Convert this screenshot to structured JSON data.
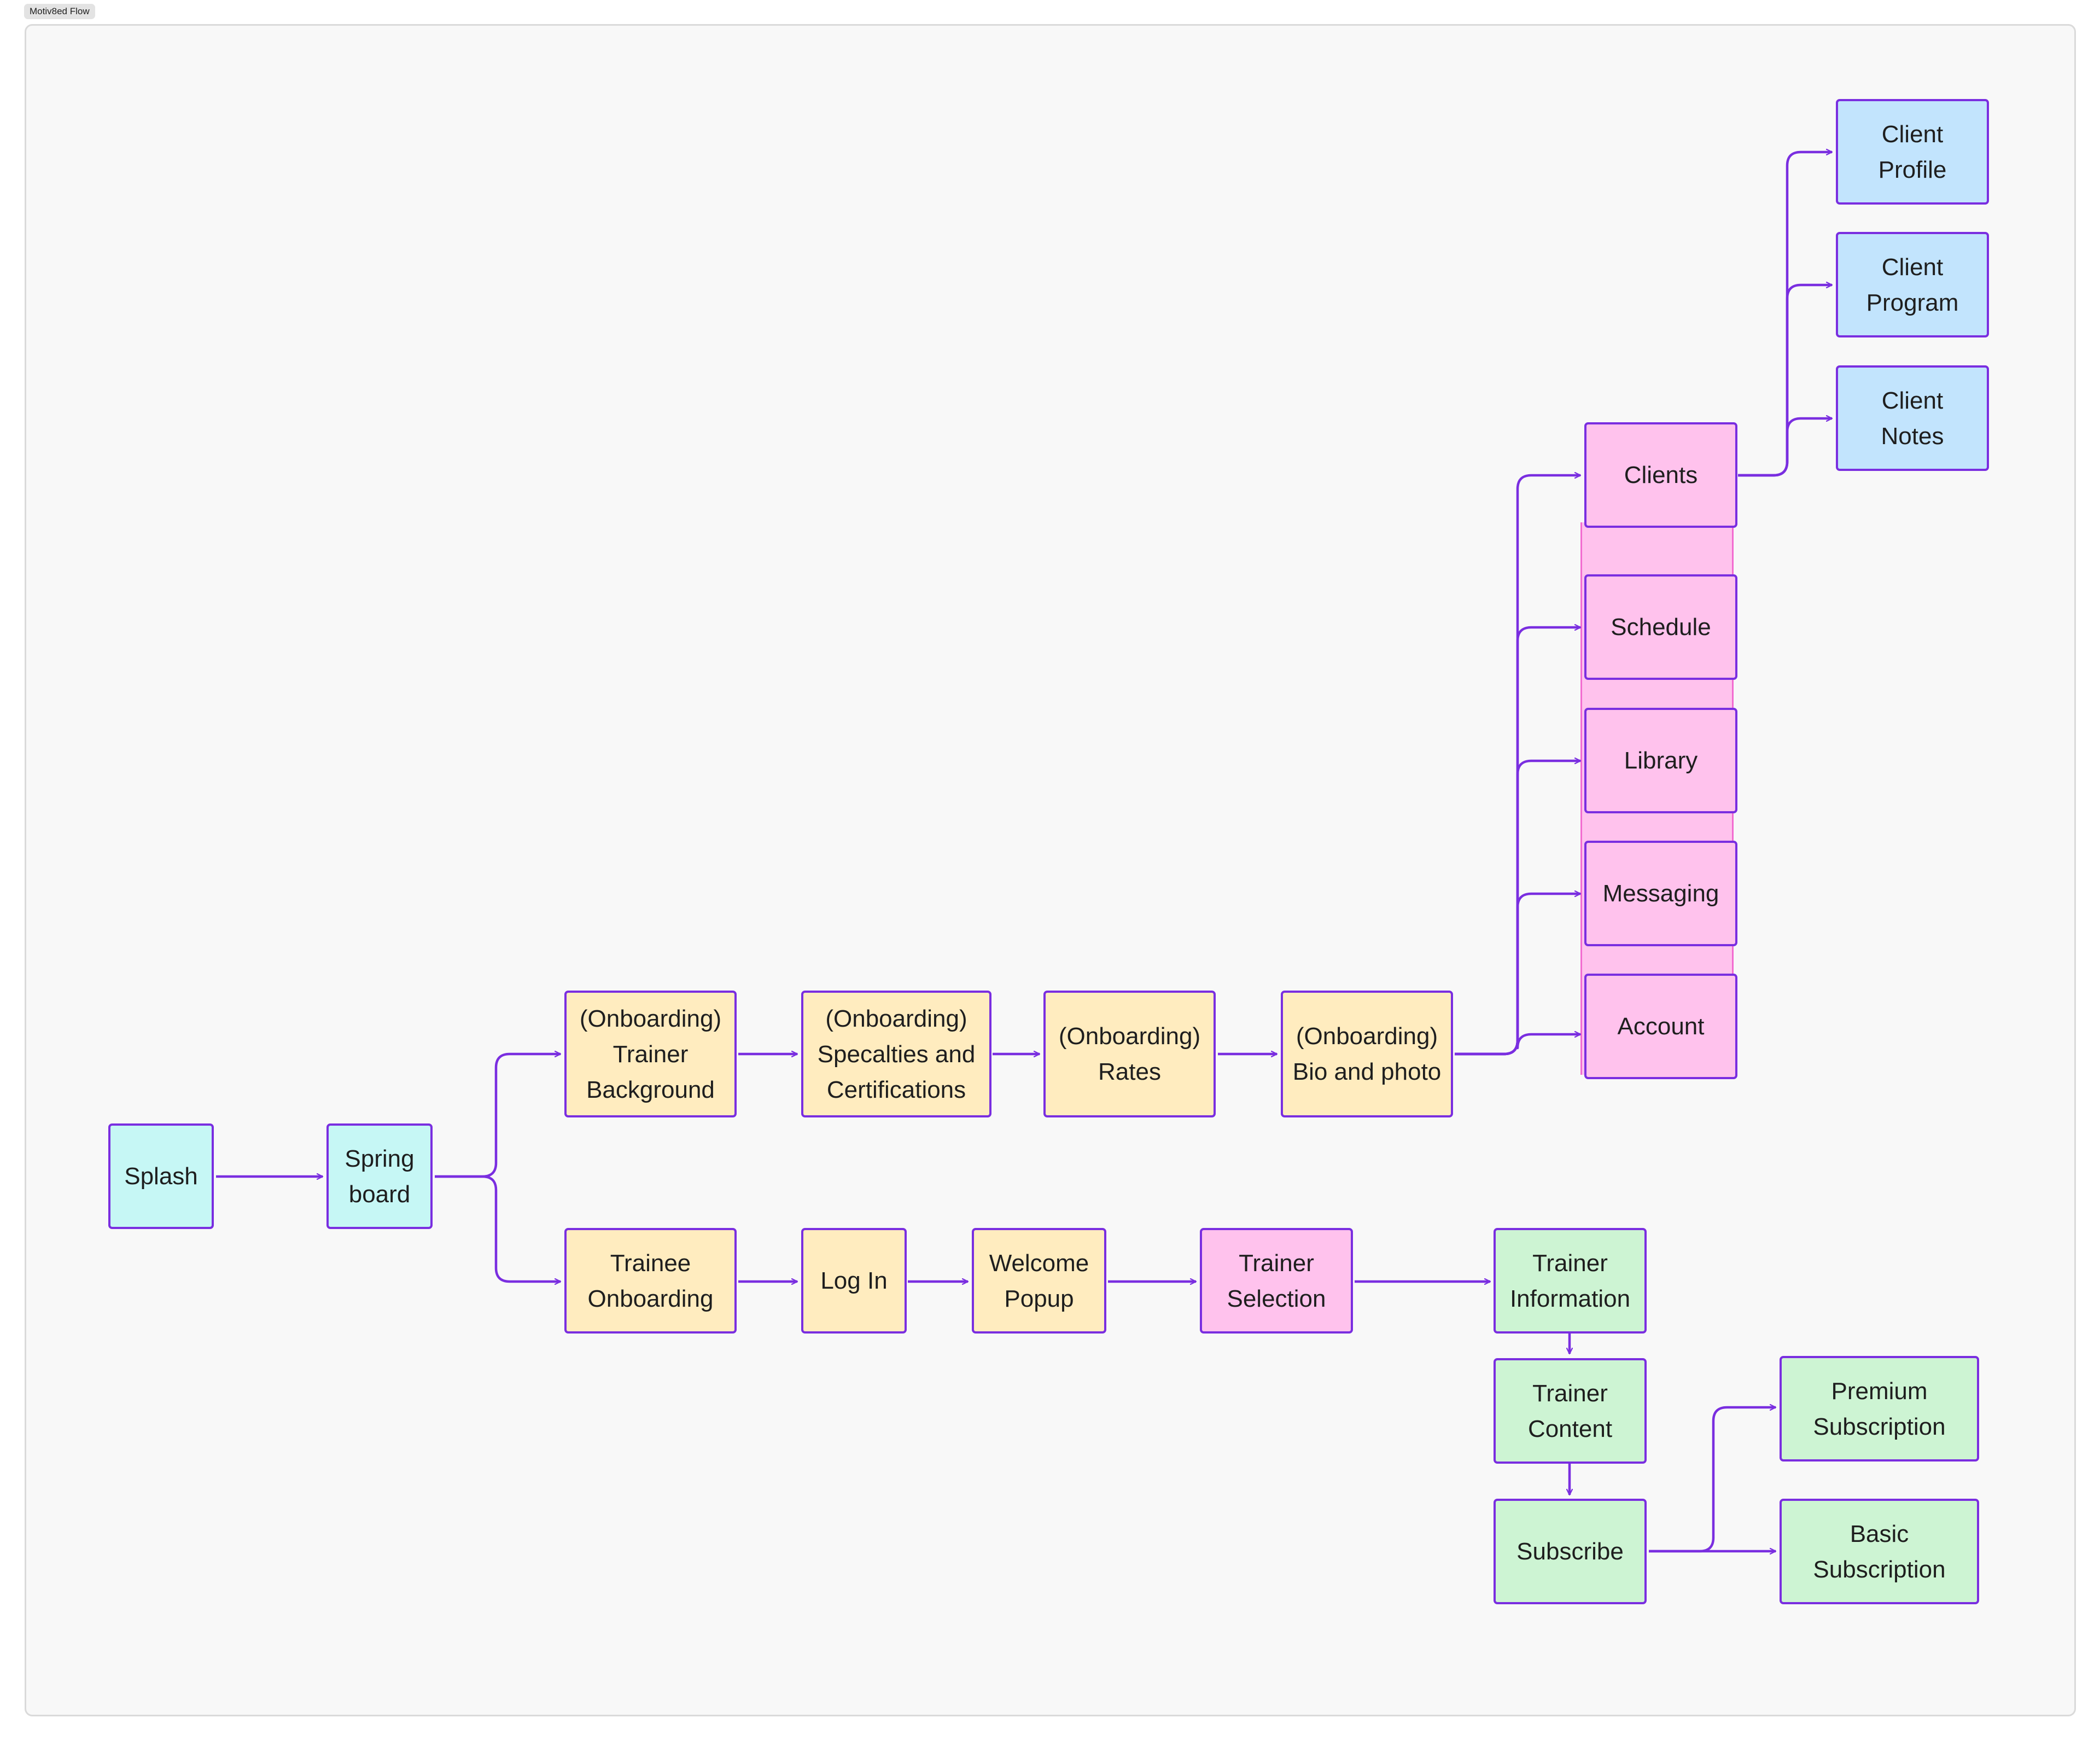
{
  "frame": {
    "title": "Motiv8ed Flow"
  },
  "colors": {
    "connector": "#7a2ee0",
    "cyan": "#c6f7f5",
    "yellow": "#ffecbf",
    "pink": "#ffc2ed",
    "green": "#cdf4d3",
    "blue": "#c2e4fd"
  },
  "nodes": {
    "splash": "Splash",
    "springboard": "Spring\nboard",
    "onb_trainer_background": "(Onboarding)\nTrainer\nBackground",
    "onb_specialties": "(Onboarding)\nSpecalties and\nCertifications",
    "onb_rates": "(Onboarding)\nRates",
    "onb_bio": "(Onboarding)\nBio and photo",
    "clients": "Clients",
    "schedule": "Schedule",
    "library": "Library",
    "messaging": "Messaging",
    "account": "Account",
    "client_profile": "Client\nProfile",
    "client_program": "Client\nProgram",
    "client_notes": "Client\nNotes",
    "trainee_onboarding": "Trainee\nOnboarding",
    "log_in": "Log In",
    "welcome_popup": "Welcome\nPopup",
    "trainer_selection": "Trainer\nSelection",
    "trainer_information": "Trainer\nInformation",
    "trainer_content": "Trainer\nContent",
    "subscribe": "Subscribe",
    "premium_subscription": "Premium\nSubscription",
    "basic_subscription": "Basic\nSubscription"
  },
  "edges": [
    [
      "splash",
      "springboard"
    ],
    [
      "springboard",
      "onb_trainer_background"
    ],
    [
      "springboard",
      "trainee_onboarding"
    ],
    [
      "onb_trainer_background",
      "onb_specialties"
    ],
    [
      "onb_specialties",
      "onb_rates"
    ],
    [
      "onb_rates",
      "onb_bio"
    ],
    [
      "onb_bio",
      "clients"
    ],
    [
      "onb_bio",
      "schedule"
    ],
    [
      "onb_bio",
      "library"
    ],
    [
      "onb_bio",
      "messaging"
    ],
    [
      "onb_bio",
      "account"
    ],
    [
      "clients",
      "client_profile"
    ],
    [
      "clients",
      "client_program"
    ],
    [
      "clients",
      "client_notes"
    ],
    [
      "trainee_onboarding",
      "log_in"
    ],
    [
      "log_in",
      "welcome_popup"
    ],
    [
      "welcome_popup",
      "trainer_selection"
    ],
    [
      "trainer_selection",
      "trainer_information"
    ],
    [
      "trainer_information",
      "trainer_content"
    ],
    [
      "trainer_content",
      "subscribe"
    ],
    [
      "subscribe",
      "premium_subscription"
    ],
    [
      "subscribe",
      "basic_subscription"
    ]
  ]
}
